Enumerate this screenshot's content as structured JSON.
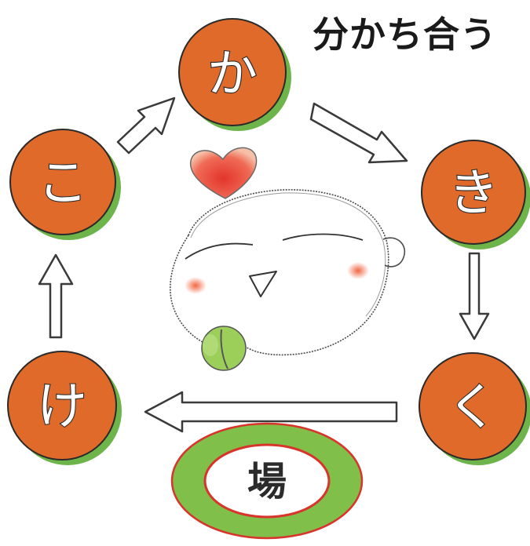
{
  "title": "分かち合う",
  "cycle": {
    "ka": "か",
    "ki": "き",
    "ku": "く",
    "ke": "け",
    "ko": "こ"
  },
  "center_label": "場",
  "colors": {
    "node_fill": "#e06a2a",
    "node_shadow": "#6db44a",
    "ring_green": "#7fbf4a",
    "ring_red": "#d9342b",
    "arrow_stroke": "#3a3a3a",
    "heart": "#e3342b",
    "cheek": "#f0603a",
    "mouth_ball": "#9ccf5a"
  }
}
